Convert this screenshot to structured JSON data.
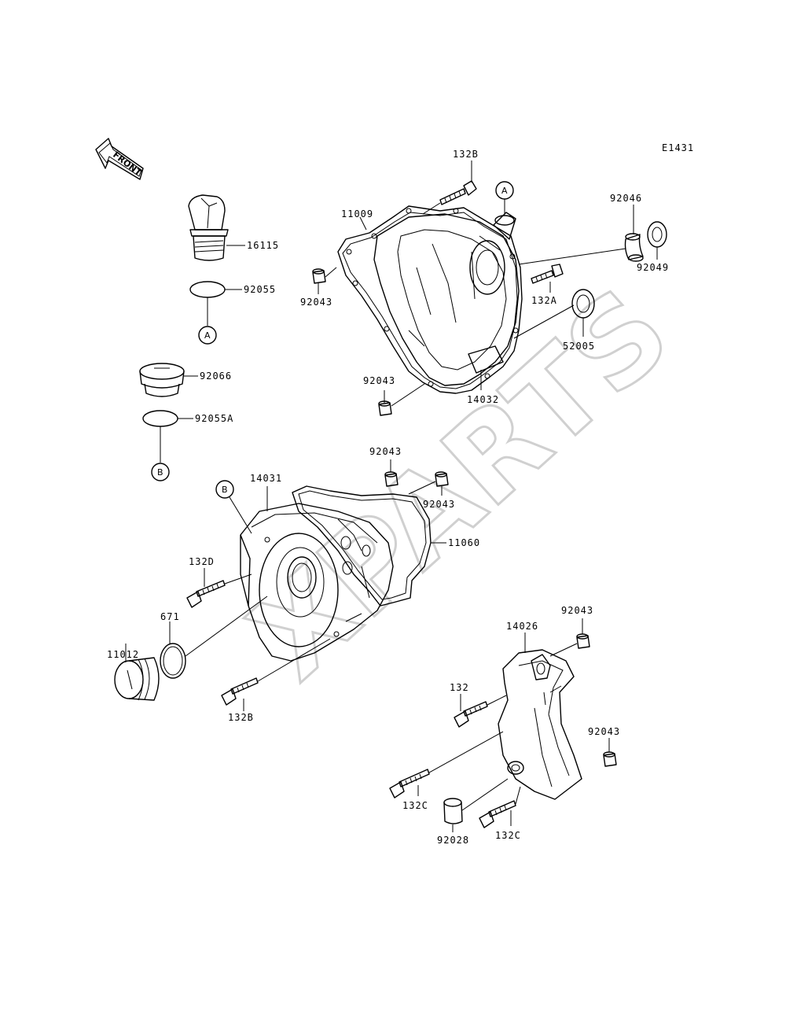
{
  "diagram_code": "E1431",
  "front_label": "FRONT",
  "watermark": "XPARTS",
  "labels": {
    "p132B_top": "132B",
    "p92046": "92046",
    "p16115": "16115",
    "p11009": "11009",
    "p92055": "92055",
    "p92043_a": "92043",
    "p132A": "132A",
    "p92049": "92049",
    "p52005": "52005",
    "p92066": "92066",
    "p92043_b": "92043",
    "p14032": "14032",
    "p92055A": "92055A",
    "p92043_c": "92043",
    "p14031": "14031",
    "p92043_d": "92043",
    "p11060": "11060",
    "p132D": "132D",
    "p671": "671",
    "p92043_e": "92043",
    "p11012": "11012",
    "p14026": "14026",
    "p132": "132",
    "p132B_bottom": "132B",
    "p92043_f": "92043",
    "p132C_left": "132C",
    "p92028": "92028",
    "p132C_right": "132C"
  },
  "refs": {
    "ref_A_top": "A",
    "ref_A_left": "A",
    "ref_B_left": "B",
    "ref_B_cover": "B"
  }
}
